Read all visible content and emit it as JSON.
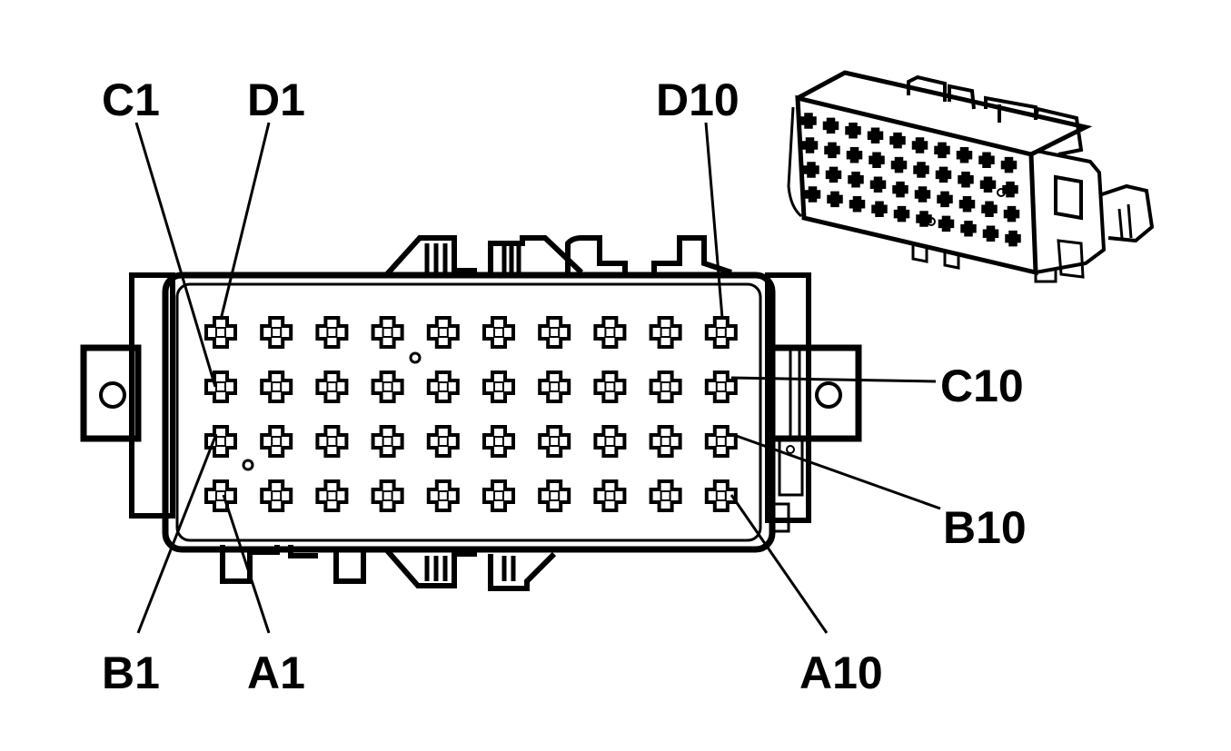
{
  "labels": {
    "c1": "C1",
    "d1": "D1",
    "d10": "D10",
    "c10": "C10",
    "b10": "B10",
    "a10": "A10",
    "b1": "B1",
    "a1": "A1"
  },
  "connector": {
    "rows": [
      "D",
      "C",
      "B",
      "A"
    ],
    "columns": 10
  },
  "colors": {
    "line": "#000000",
    "background": "#ffffff"
  }
}
